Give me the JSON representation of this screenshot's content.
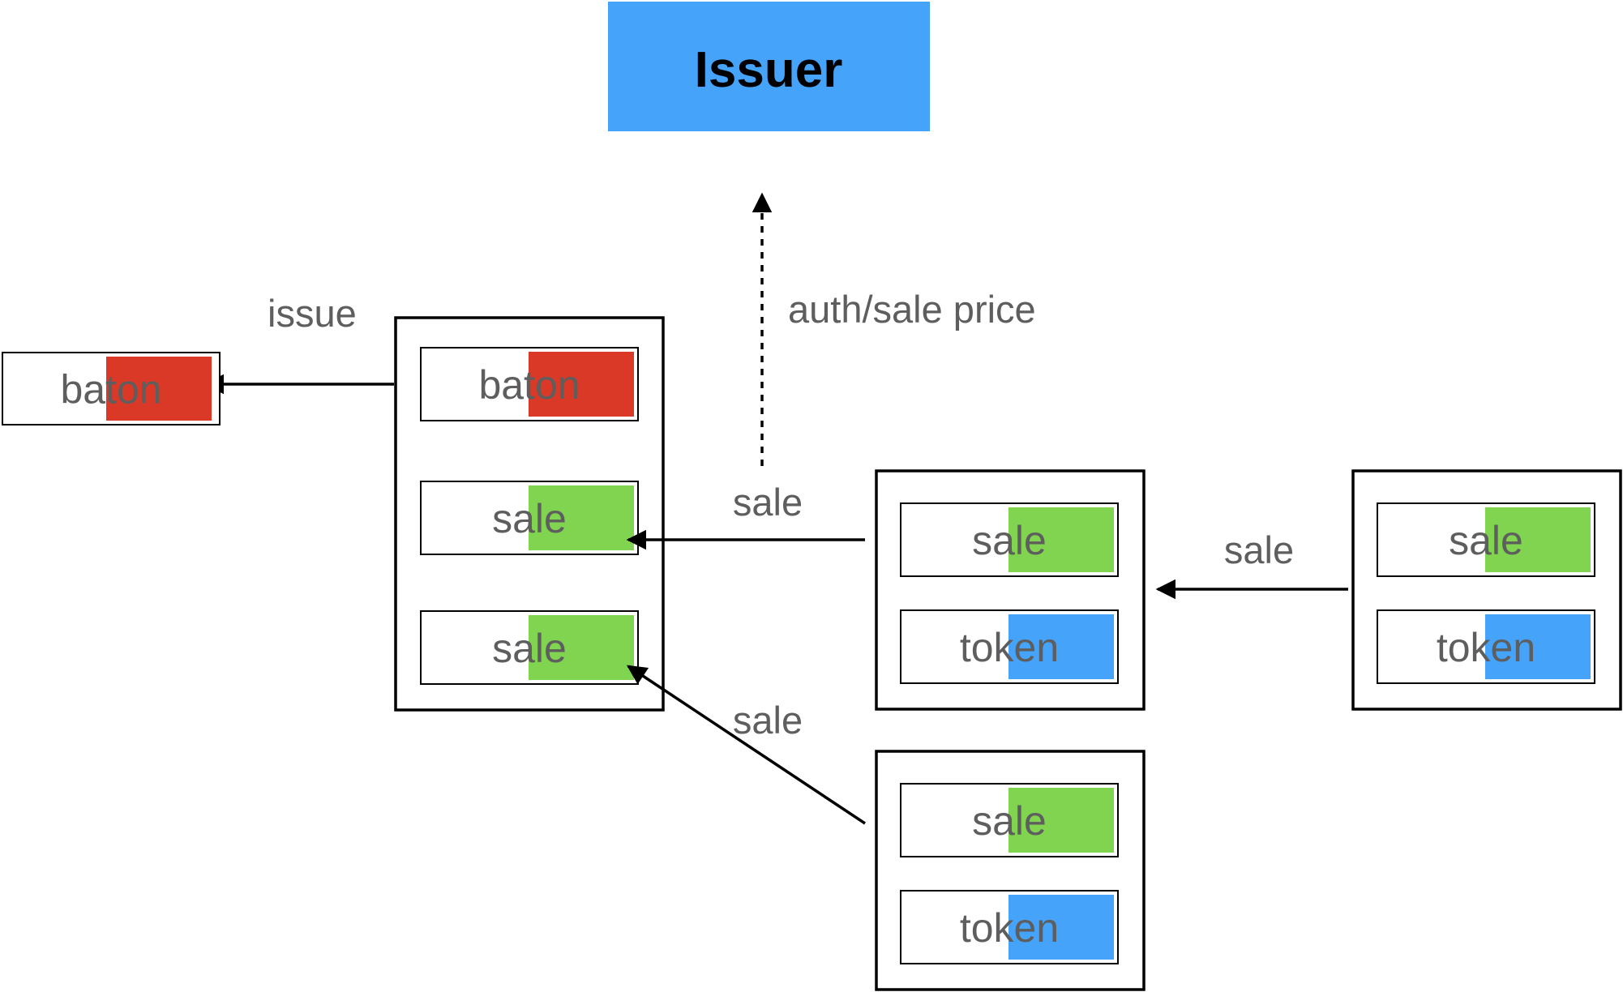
{
  "colors": {
    "issuer": "#45A3F9",
    "baton": "#DA3927",
    "sale": "#80D450",
    "token": "#45A3F9",
    "stroke": "#000000",
    "text": "#5e5e5e"
  },
  "issuer": {
    "label": "Issuer"
  },
  "edges": {
    "issue": "issue",
    "auth": "auth/sale price",
    "sale_mid": "sale",
    "sale_right": "sale",
    "sale_bottom": "sale"
  },
  "standalone_baton": {
    "label": "baton",
    "color": "baton"
  },
  "containers": {
    "main": [
      {
        "label": "baton",
        "color": "baton"
      },
      {
        "label": "sale",
        "color": "sale"
      },
      {
        "label": "sale",
        "color": "sale"
      }
    ],
    "middle_top": [
      {
        "label": "sale",
        "color": "sale"
      },
      {
        "label": "token",
        "color": "token"
      }
    ],
    "right": [
      {
        "label": "sale",
        "color": "sale"
      },
      {
        "label": "token",
        "color": "token"
      }
    ],
    "middle_bottom": [
      {
        "label": "sale",
        "color": "sale"
      },
      {
        "label": "token",
        "color": "token"
      }
    ]
  }
}
